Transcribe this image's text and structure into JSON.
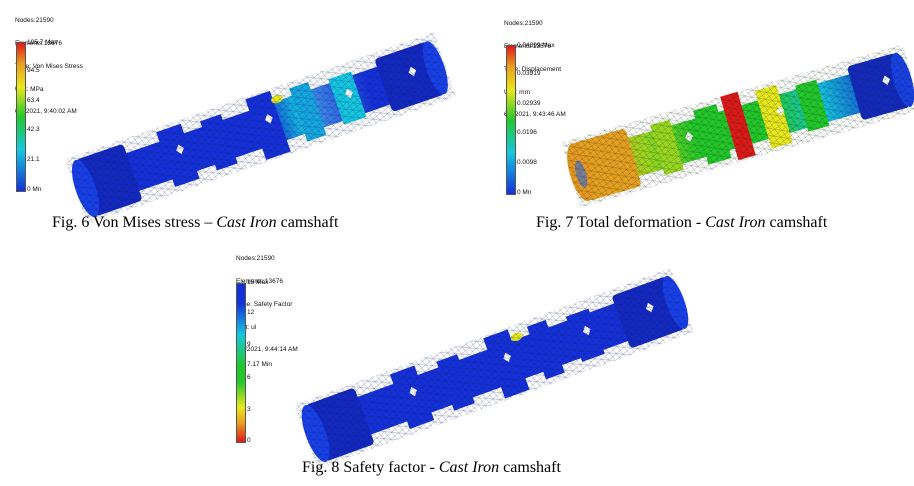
{
  "figures": [
    {
      "id": "fig6",
      "meta": {
        "nodes": "Nodes:21590",
        "elements": "Elements:13676",
        "type": "Type: Von Mises Stress",
        "unit": "Unit: MPa",
        "date": "6/4/2021, 9:40:02 AM"
      },
      "legend": {
        "max_label": "105.7 Max",
        "ticks": [
          "94.5",
          "63.4",
          "42.3",
          "21.1"
        ],
        "min_label": "0 Mn"
      },
      "caption": {
        "prefix": "Fig. 6  Von Mises stress – ",
        "material": "Cast Iron",
        "suffix": " camshaft"
      }
    },
    {
      "id": "fig7",
      "meta": {
        "nodes": "Nodes:21590",
        "elements": "Elements:13676",
        "type": "Type: Displacement",
        "unit": "Unit: mm",
        "date": "6/4/2021, 9:43:46 AM"
      },
      "legend": {
        "max_label": "0.04899 Max",
        "ticks": [
          "0.03919",
          "0.02939",
          "0.0196",
          "0.0098"
        ],
        "min_label": "0 Mn"
      },
      "caption": {
        "prefix": "Fig. 7  Total deformation - ",
        "material": "Cast Iron",
        "suffix": " camshaft"
      }
    },
    {
      "id": "fig8",
      "meta": {
        "nodes": "Nodes:21590",
        "elements": "Elements:13676",
        "type": "Type: Safety Factor",
        "unit": "Unit: ul",
        "date": "6/4/2021, 9:44:14 AM"
      },
      "legend": {
        "max_label": "15 Max",
        "ticks": [
          "12",
          "9",
          "7.17 Min",
          "6",
          "3",
          "0"
        ]
      },
      "caption": {
        "prefix": "Fig. 8  Safety factor - ",
        "material": "Cast Iron",
        "suffix": " camshaft"
      }
    }
  ],
  "colors": {
    "blue": "#1530d8",
    "cyan": "#14c8e0",
    "green": "#22c82a",
    "yellow": "#e8e81c",
    "orange": "#e8a020",
    "red": "#e01818"
  }
}
